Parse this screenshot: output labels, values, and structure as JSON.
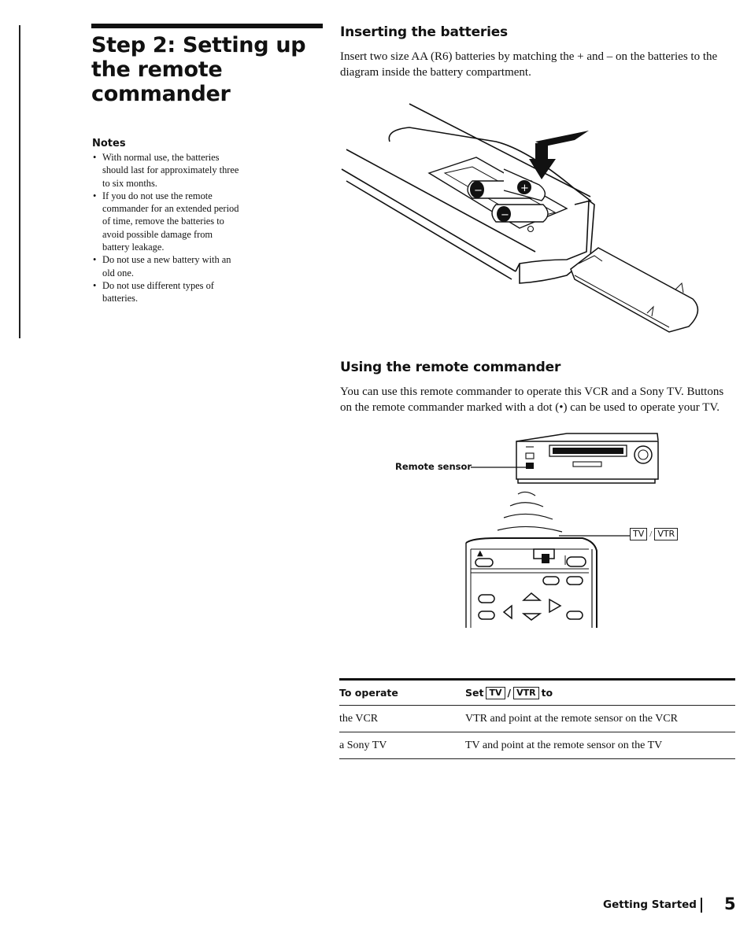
{
  "title": "Step 2: Setting up the remote commander",
  "notes": {
    "heading": "Notes",
    "items": [
      "With normal use, the batteries should last for approximately three to six months.",
      "If you do not use the remote commander for an extended period of time, remove the batteries to avoid possible damage from battery leakage.",
      "Do not use a new battery with an old one.",
      "Do not use different types of batteries."
    ]
  },
  "batteries": {
    "heading": "Inserting the batteries",
    "text": "Insert two size AA (R6) batteries by matching the + and – on the batteries to the diagram inside the battery compartment."
  },
  "remote_use": {
    "heading": "Using the remote commander",
    "text": "You can use this remote commander to operate this VCR and a Sony TV. Buttons on the remote commander marked with a dot (•) can be used to operate your TV.",
    "sensor_label": "Remote sensor",
    "switch_tv": "TV",
    "switch_sep": "/",
    "switch_vtr": "VTR"
  },
  "table": {
    "col1_header": "To operate",
    "col2_header_prefix": "Set",
    "col2_key_tv": "TV",
    "col2_sep": "/",
    "col2_key_vtr": "VTR",
    "col2_header_suffix": "to",
    "rows": [
      {
        "operate": "the VCR",
        "setting": "VTR and point at the remote sensor on the VCR"
      },
      {
        "operate": "a Sony TV",
        "setting": "TV and point at the remote sensor on the TV"
      }
    ]
  },
  "footer": {
    "section": "Getting Started",
    "page": "5"
  }
}
